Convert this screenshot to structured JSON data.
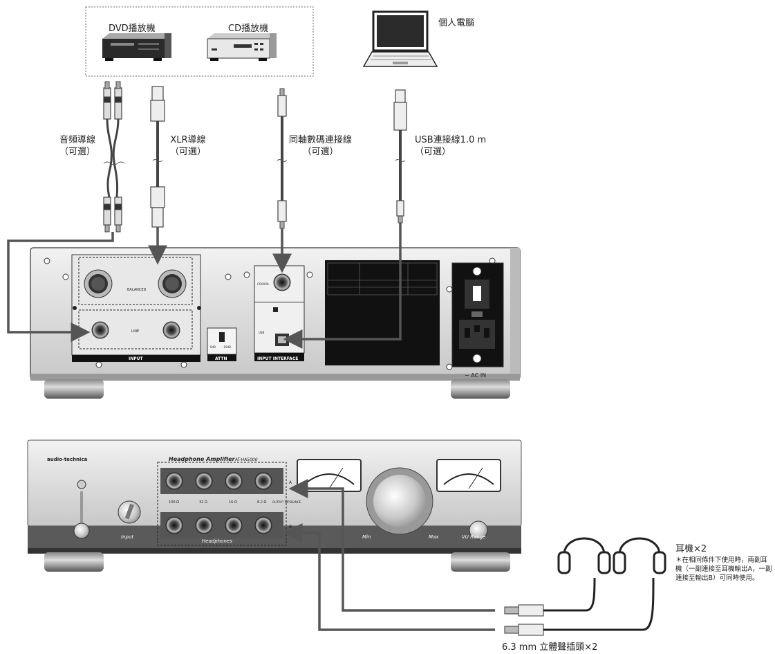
{
  "sources": {
    "dvd_label": "DVD播放機",
    "cd_label": "CD播放機",
    "pc_label": "個人電腦"
  },
  "cables": {
    "audio": "音頻導線",
    "audio_opt": "（可選）",
    "xlr": "XLR導線",
    "xlr_opt": "（可選）",
    "coax": "同軸數碼連接線",
    "coax_opt": "（可選）",
    "usb": "USB連接線1.0 m",
    "usb_opt": "（可選）"
  },
  "rear_panel": {
    "input": "INPUT",
    "balanced": "BALANCED",
    "line": "LINE",
    "attn": "ATTN",
    "attn_0": "0dB",
    "attn_10": "-10dB",
    "input_interface": "INPUT INTERFACE",
    "coaxial": "COAXIAL",
    "usb": "USB",
    "ac_in": "~ AC IN"
  },
  "front_panel": {
    "brand": "audio-technica",
    "title": "Headphone Amplifier",
    "model": "AT-HA5000",
    "headphones": "Headphones",
    "input": "Input",
    "min": "Min",
    "max": "Max",
    "vu_range": "VU Range",
    "impedances": [
      "100 Ω",
      "32 Ω",
      "16 Ω",
      "8.2 Ω"
    ],
    "out_a": "A",
    "out_b": "B",
    "output_impedance": "OUTPUT IMPEDANCE"
  },
  "headphones": {
    "label": "耳機×2",
    "note": "＊在相同條件下使用時，兩副耳機（一副連接至耳機輸出A，一副連接至輸出B）可同時使用。",
    "plug": "6.3 mm 立體聲插頭×2"
  }
}
